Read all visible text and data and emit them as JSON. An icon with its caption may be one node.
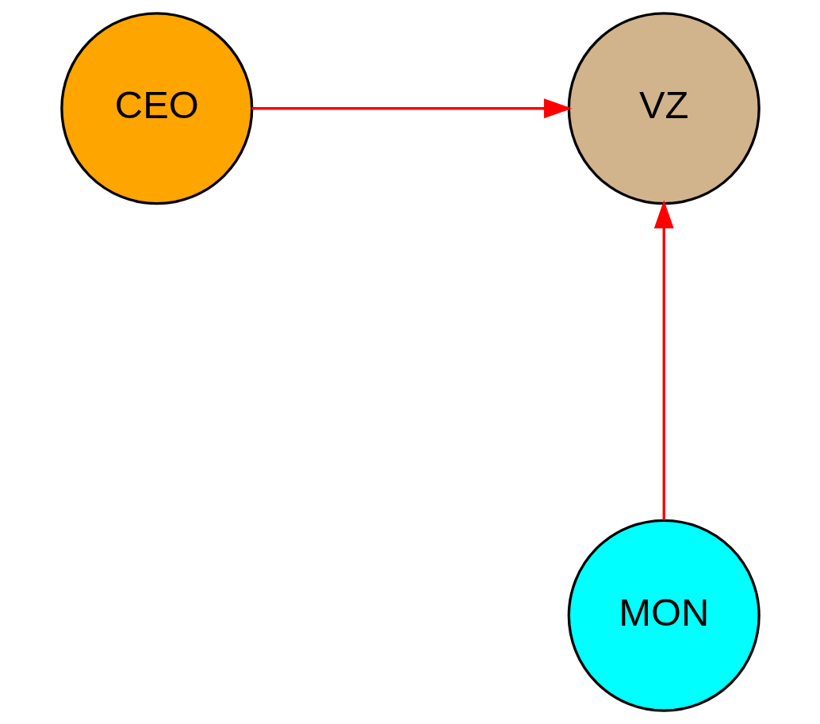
{
  "diagram": {
    "nodes": [
      {
        "text": [
          "VZ"
        ]
      },
      {
        "text": [
          "CEO"
        ]
      },
      {
        "text": [
          "MON"
        ]
      }
    ],
    "edges": [
      {
        "from": 1,
        "to": 0,
        "arrow": "to"
      },
      {
        "from": 2,
        "to": 0,
        "arrow": "to"
      }
    ]
  }
}
